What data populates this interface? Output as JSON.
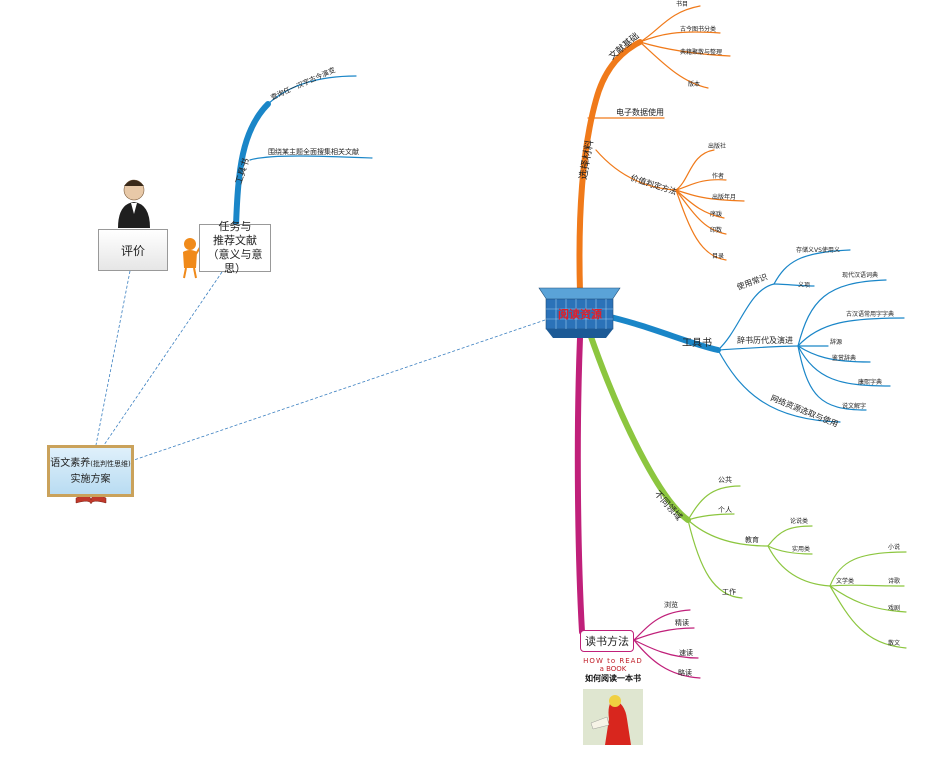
{
  "center": {
    "label": "阅读资源"
  },
  "evaluation": {
    "label": "评价"
  },
  "task": {
    "line1": "任务与",
    "line2": "推荐文献",
    "line3": "（意义与意思）"
  },
  "plan": {
    "line1": "语文素养",
    "line1_small": "(批判性思维)",
    "line2": "实施方案"
  },
  "left_branch": {
    "label": "工具书",
    "items": [
      "查询任一汉字古今演变",
      "围绕某主题全面搜集相关文献"
    ]
  },
  "select_materials": {
    "label": "选择材料",
    "wenxian": {
      "label": "文献基础",
      "items": [
        "书目",
        "古今图书分类",
        "典籍聚散与整理",
        "版本"
      ]
    },
    "digital": {
      "label": "电子数据使用"
    },
    "value": {
      "label": "价值判定方法",
      "items": [
        "出版社",
        "作者",
        "出版年月",
        "序跋",
        "印数",
        "目录"
      ]
    }
  },
  "tools": {
    "label": "工具书",
    "usage": {
      "label": "使用常识",
      "items": [
        "存储义VS使用义",
        "义项"
      ]
    },
    "history": {
      "label": "辞书历代及演进",
      "items": [
        "现代汉语词典",
        "古汉语常用字字典",
        "辞源",
        "鉴赏辞典",
        "康熙字典",
        "说文解字"
      ]
    },
    "network": {
      "label": "网络资源选取与使用"
    }
  },
  "fields": {
    "label": "不同领域",
    "items": [
      "公共",
      "个人",
      "工作"
    ],
    "education": {
      "label": "教育",
      "items": [
        "论说类",
        "实用类"
      ],
      "literature": {
        "label": "文学类",
        "items": [
          "小说",
          "诗歌",
          "戏剧",
          "散文"
        ]
      }
    }
  },
  "reading": {
    "label": "读书方法",
    "items": [
      "浏览",
      "精读",
      "速读",
      "略读"
    ]
  },
  "book": {
    "title1": "HOW to READ",
    "title2": "a BOOK",
    "title3": "如何阅读一本书"
  },
  "colors": {
    "orange": "#f07a1a",
    "blue": "#1a86c8",
    "green": "#8cc63f",
    "magenta": "#c0207a",
    "dashed": "#3a7fc0"
  }
}
